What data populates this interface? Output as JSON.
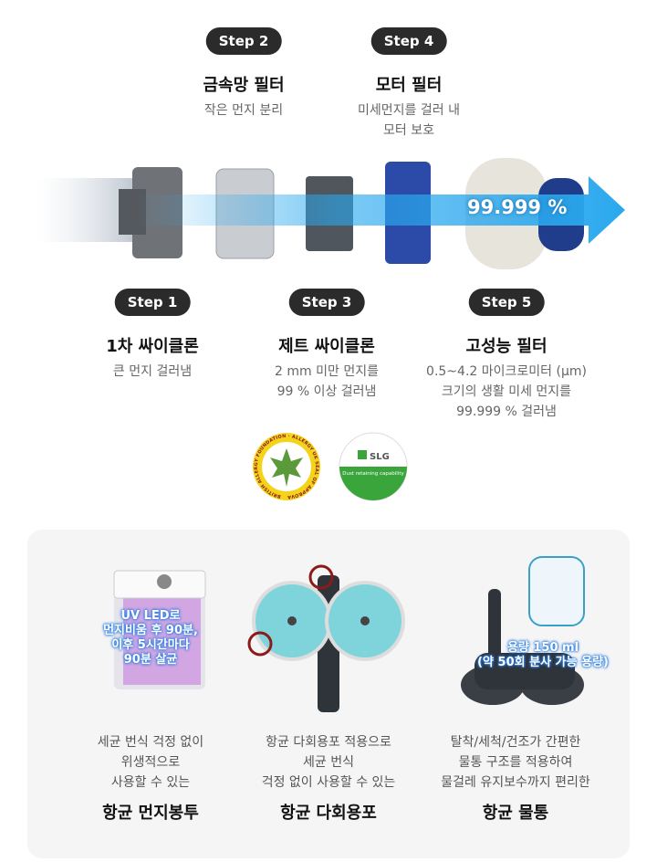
{
  "steps": [
    {
      "label": "Step 1",
      "title": "1차 싸이클론",
      "desc": [
        "큰 먼지 걸러냄"
      ]
    },
    {
      "label": "Step 2",
      "title": "금속망 필터",
      "desc": [
        "작은 먼지 분리"
      ]
    },
    {
      "label": "Step 3",
      "title": "제트 싸이클론",
      "desc": [
        "2 mm 미만 먼지를",
        "99 % 이상 걸러냄"
      ]
    },
    {
      "label": "Step 4",
      "title": "모터 필터",
      "desc": [
        "미세먼지를 걸러 내",
        "모터 보호"
      ]
    },
    {
      "label": "Step 5",
      "title": "고성능 필터",
      "desc": [
        "0.5~4.2 마이크로미터 (μm)",
        "크기의 생활 미세 먼지를",
        "99.999 % 걸러냄"
      ]
    }
  ],
  "arrow_value": "99.999 %",
  "badges": {
    "allergy": "BRITISH ALLERGY FOUNDATION · ALLERGY UK SEAL OF APPROVAL",
    "slg": {
      "brand": "SLG",
      "text": "Dust retaining capability"
    }
  },
  "features": [
    {
      "overlay": [
        "UV LED로",
        "먼지비움 후 90분,",
        "이후 5시간마다",
        "90분 살균"
      ],
      "desc": [
        "세균 번식 걱정 없이",
        "위생적으로",
        "사용할 수 있는"
      ],
      "title": "항균 먼지봉투"
    },
    {
      "overlay": [],
      "desc": [
        "항균 다회용포 적용으로",
        "세균 번식",
        "걱정 없이 사용할 수 있는"
      ],
      "title": "항균 다회용포"
    },
    {
      "overlay": [
        "용량 150 ml",
        "(약 50회 분사 가능 용량)"
      ],
      "desc": [
        "탈착/세척/건조가 간편한",
        "물통 구조를 적용하여",
        "물걸레 유지보수까지 편리한"
      ],
      "title": "항균 물통"
    }
  ],
  "colors": {
    "pill": "#2b2b2b",
    "arrow": "#2aa8ee",
    "panel": "#f5f5f5",
    "uv": "#c98be0"
  }
}
